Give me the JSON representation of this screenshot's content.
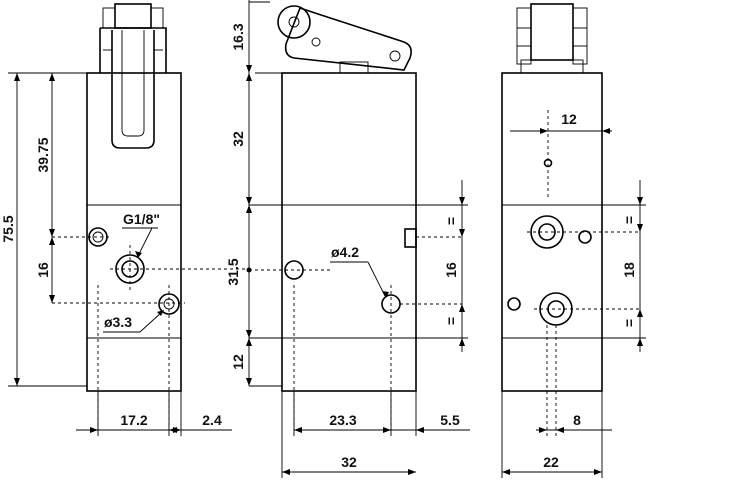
{
  "dimensions": {
    "front_view": {
      "overall_height": "75.5",
      "upper_height": "39.75",
      "port_spacing": "16",
      "width_left": "17.2",
      "width_right": "2.4",
      "port_label": "G1/8\"",
      "hole_label": "ø3.3"
    },
    "side_view": {
      "roller_height": "16.3",
      "upper_block": "32",
      "center_height": "31.5",
      "lower_block": "12",
      "hole_label": "ø4.2",
      "hole_spacing": "16",
      "equal_mark_top": "=",
      "equal_mark_bottom": "=",
      "width_left": "23.3",
      "width_right": "5.5",
      "overall_width": "32"
    },
    "right_view": {
      "top_offset": "12",
      "port_spacing": "18",
      "equal_mark_top": "=",
      "equal_mark_bottom": "=",
      "center_offset": "8",
      "overall_width": "22"
    }
  },
  "colors": {
    "line": "#000000",
    "background": "#ffffff"
  }
}
